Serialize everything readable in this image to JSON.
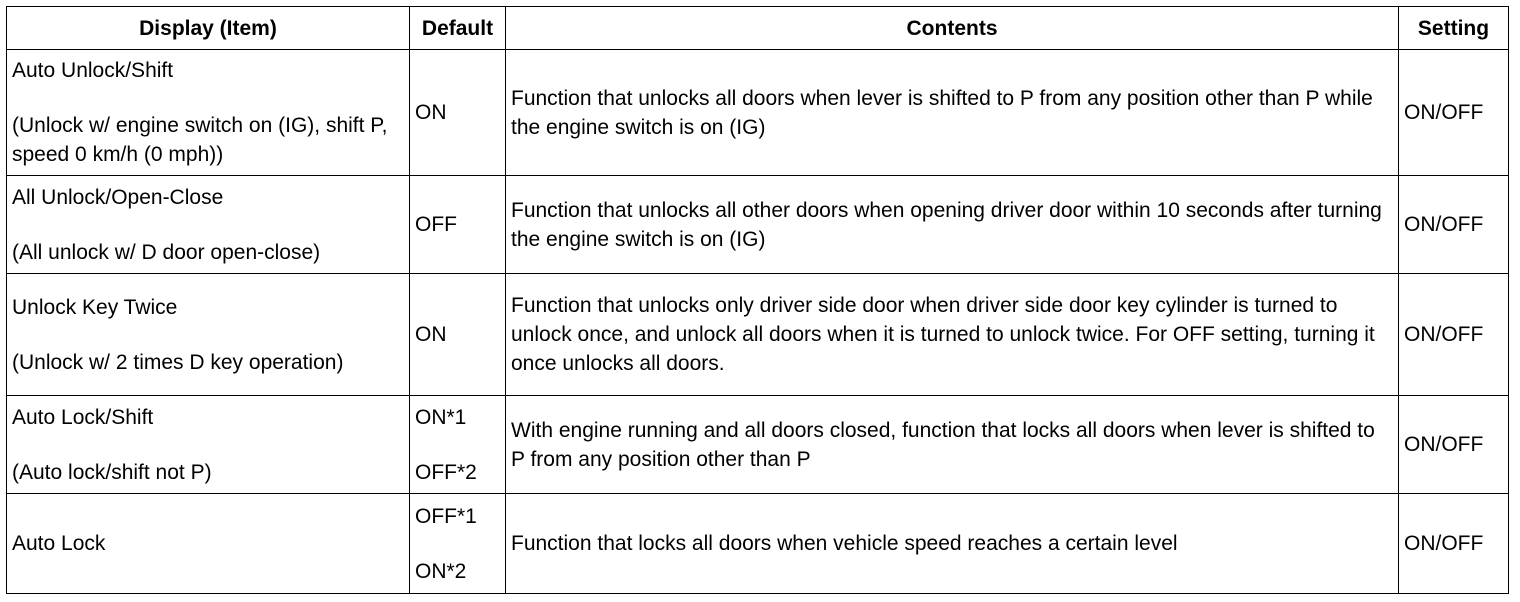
{
  "table": {
    "headers": {
      "display": "Display (Item)",
      "default": "Default",
      "contents": "Contents",
      "setting": "Setting"
    },
    "rows": [
      {
        "item": "Auto Unlock/Shift",
        "item_detail": "(Unlock w/ engine switch on (IG), shift P, speed 0 km/h (0 mph))",
        "default": [
          "ON"
        ],
        "contents": "Function that unlocks all doors when lever is shifted to P from any position other than P while the engine switch is on (IG)",
        "setting": "ON/OFF"
      },
      {
        "item": "All Unlock/Open-Close",
        "item_detail": "(All unlock w/ D door open-close)",
        "default": [
          "OFF"
        ],
        "contents": "Function that unlocks all other doors when opening driver door within 10 seconds after turning the engine switch is on (IG)",
        "setting": "ON/OFF"
      },
      {
        "item": "Unlock Key Twice",
        "item_detail": "(Unlock w/ 2 times D key operation)",
        "default": [
          "ON"
        ],
        "contents": "Function that unlocks only driver side door when driver side door key cylinder is turned to unlock once, and unlock all doors when it is turned to unlock twice. For OFF setting, turning it once unlocks all doors.",
        "setting": "ON/OFF"
      },
      {
        "item": "Auto Lock/Shift",
        "item_detail": "(Auto lock/shift not P)",
        "default": [
          "ON*1",
          "OFF*2"
        ],
        "contents": "With engine running and all doors closed, function that locks all doors when lever is shifted to P from any position other than P",
        "setting": "ON/OFF"
      },
      {
        "item": "Auto Lock",
        "item_detail": "",
        "default": [
          "OFF*1",
          "ON*2"
        ],
        "contents": "Function that locks all doors when vehicle speed reaches a certain level",
        "setting": "ON/OFF"
      }
    ]
  }
}
